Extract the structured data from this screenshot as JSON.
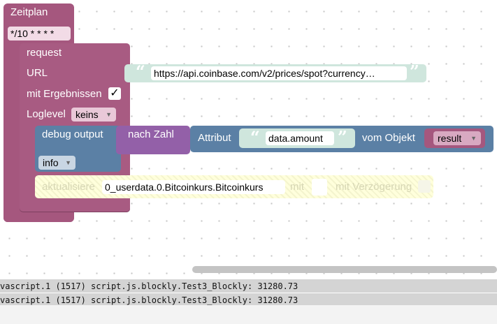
{
  "colors": {
    "trigger": "#a5577e",
    "request": "#a5577e",
    "convert": "#9360a8",
    "debug": "#5b80a5",
    "text": "#cfe6dd",
    "disabled": "#ffffdc"
  },
  "schedule": {
    "title": "Zeitplan",
    "cron": "*/10 * * * *"
  },
  "request": {
    "title": "request",
    "url_label": "URL",
    "url_value": "https://api.coinbase.com/v2/prices/spot?currency…",
    "results_label": "mit Ergebnissen",
    "results_checked": "✓",
    "loglevel_label": "Loglevel",
    "loglevel_value": "keins"
  },
  "debug": {
    "label": "debug output",
    "convert_label": "nach Zahl",
    "attr_label": "Attribut",
    "attr_value": "data.amount",
    "object_label": "vom Objekt",
    "object_value": "result",
    "level_value": "info"
  },
  "update": {
    "label": "aktualisiere",
    "state_id": "0_userdata.0.Bitcoinkurs.Bitcoinkurs",
    "with_label": "mit",
    "delay_label": "mit Verzögerung"
  },
  "log": [
    "vascript.1 (1517) script.js.blockly.Test3_Blockly: 31280.73",
    "vascript.1 (1517) script.js.blockly.Test3_Blockly: 31280.73"
  ]
}
